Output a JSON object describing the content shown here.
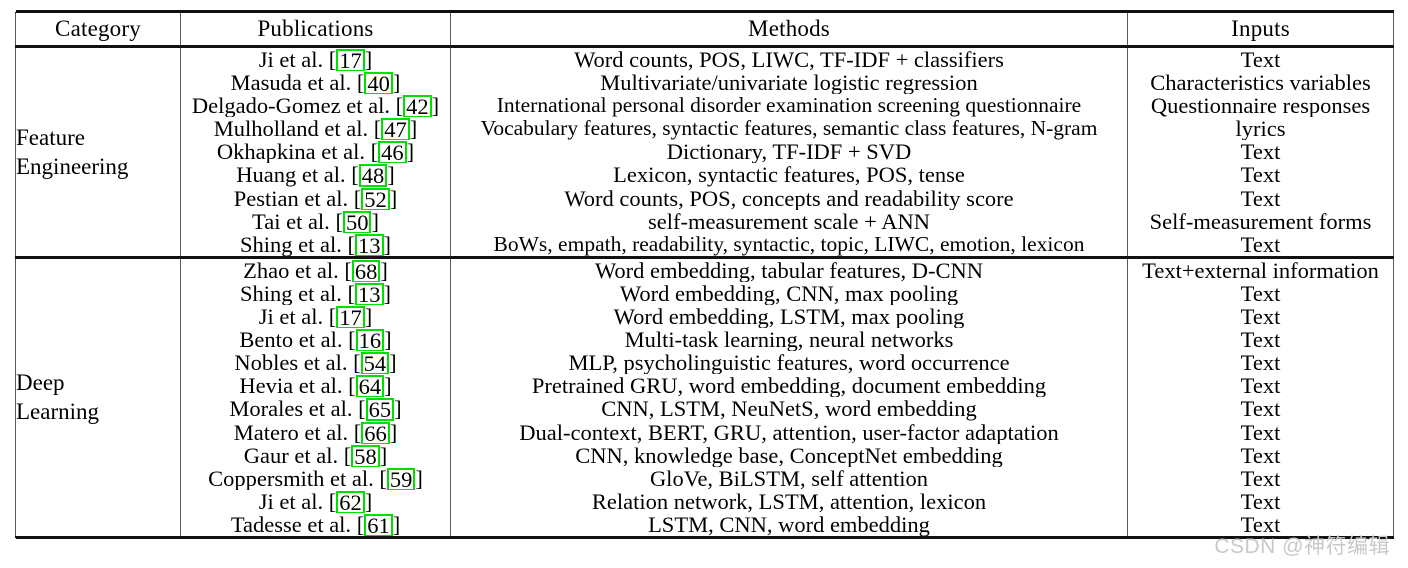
{
  "table": {
    "caption": "",
    "headers": [
      "Category",
      "Publications",
      "Methods",
      "Inputs"
    ],
    "sections": [
      {
        "category": "Feature\nEngineering",
        "category_line1": "Feature",
        "category_line2": "Engineering",
        "rows": [
          {
            "author": "Ji et al.",
            "ref": "17",
            "method": "Word counts, POS, LIWC, TF-IDF + classifiers",
            "input": "Text"
          },
          {
            "author": "Masuda et al.",
            "ref": "40",
            "method": "Multivariate/univariate logistic regression",
            "input": "Characteristics variables"
          },
          {
            "author": "Delgado-Gomez et al.",
            "ref": "42",
            "method": "International personal disorder examination screening questionnaire",
            "input": "Questionnaire responses"
          },
          {
            "author": "Mulholland et al.",
            "ref": "47",
            "method": "Vocabulary features, syntactic features, semantic class features, N-gram",
            "input": "lyrics"
          },
          {
            "author": "Okhapkina et al.",
            "ref": "46",
            "method": "Dictionary, TF-IDF + SVD",
            "input": "Text"
          },
          {
            "author": "Huang et al.",
            "ref": "48",
            "method": "Lexicon, syntactic features, POS, tense",
            "input": "Text"
          },
          {
            "author": "Pestian et al.",
            "ref": "52",
            "method": "Word counts, POS, concepts and readability score",
            "input": "Text"
          },
          {
            "author": "Tai et al.",
            "ref": "50",
            "method": "self-measurement scale + ANN",
            "input": "Self-measurement forms"
          },
          {
            "author": "Shing et al.",
            "ref": "13",
            "method": "BoWs, empath, readability, syntactic, topic, LIWC, emotion, lexicon",
            "input": "Text"
          }
        ]
      },
      {
        "category": "Deep\nLearning",
        "category_line1": "Deep",
        "category_line2": "Learning",
        "rows": [
          {
            "author": "Zhao et al.",
            "ref": "68",
            "method": "Word embedding, tabular features, D-CNN",
            "input": "Text+external information"
          },
          {
            "author": "Shing et al.",
            "ref": "13",
            "method": "Word embedding, CNN, max pooling",
            "input": "Text"
          },
          {
            "author": "Ji et al.",
            "ref": "17",
            "method": "Word embedding, LSTM, max pooling",
            "input": "Text"
          },
          {
            "author": "Bento et al.",
            "ref": "16",
            "method": "Multi-task learning, neural networks",
            "input": "Text"
          },
          {
            "author": "Nobles et al.",
            "ref": "54",
            "method": "MLP, psycholinguistic features, word occurrence",
            "input": "Text"
          },
          {
            "author": "Hevia et al.",
            "ref": "64",
            "method": "Pretrained GRU, word embedding, document embedding",
            "input": "Text"
          },
          {
            "author": "Morales et al.",
            "ref": "65",
            "method": "CNN, LSTM, NeuNetS, word embedding",
            "input": "Text"
          },
          {
            "author": "Matero et al.",
            "ref": "66",
            "method": "Dual-context, BERT, GRU, attention, user-factor adaptation",
            "input": "Text"
          },
          {
            "author": "Gaur et al.",
            "ref": "58",
            "method": "CNN, knowledge base, ConceptNet embedding",
            "input": "Text"
          },
          {
            "author": "Coppersmith et al.",
            "ref": "59",
            "method": "GloVe, BiLSTM, self attention",
            "input": "Text"
          },
          {
            "author": "Ji et al.",
            "ref": "62",
            "method": "Relation network, LSTM, attention, lexicon",
            "input": "Text"
          },
          {
            "author": "Tadesse et al.",
            "ref": "61",
            "method": "LSTM, CNN, word embedding",
            "input": "Text"
          }
        ]
      }
    ]
  },
  "watermark": {
    "text": "CSDN @神符编辑"
  },
  "colors": {
    "citation_highlight": "#00e000",
    "rule": "#111111",
    "column_rule": "#5a5a5a",
    "watermark": "#c9c9c9"
  }
}
